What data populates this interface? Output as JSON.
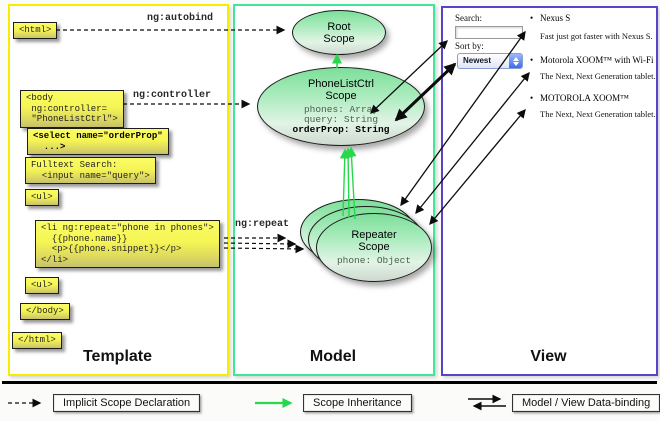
{
  "columns": [
    {
      "label": "Template"
    },
    {
      "label": "Model"
    },
    {
      "label": "View"
    }
  ],
  "template": {
    "html_open": "<html>",
    "body_open": "<body\n ng:controller=\n \"PhoneListCtrl\">",
    "select": "<select name=\"orderProp\"\n  ...>",
    "fulltext": "Fulltext Search:\n  <input name=\"query\">",
    "ul_open": "<ul>",
    "li_repeat": "<li ng:repeat=\"phone in phones\">\n  {{phone.name}}\n  <p>{{phone.snippet}}</p>\n</li>",
    "ul_close": "<ul>",
    "body_close": "</body>",
    "html_close": "</html>"
  },
  "annotations": {
    "autobind": "ng:autobind",
    "controller": "ng:controller",
    "repeat": "ng:repeat"
  },
  "model": {
    "root_scope_title": "Root\nScope",
    "phonelistctrl_title": "PhoneListCtrl\nScope",
    "phonelistctrl_props": [
      "phones: Array",
      "query: String"
    ],
    "phonelistctrl_bold_prop": "orderProp: String",
    "repeater_title": "Repeater\nScope",
    "repeater_prop": "phone: Object"
  },
  "view": {
    "search_label": "Search:",
    "search_value": "",
    "sort_label": "Sort by:",
    "sort_value": "Newest",
    "bullet": "•",
    "items": [
      {
        "title": "Nexus S",
        "desc": "Fast just got faster with Nexus S."
      },
      {
        "title": "Motorola XOOM™ with Wi-Fi",
        "desc": "The Next, Next Generation tablet."
      },
      {
        "title": "MOTOROLA XOOM™",
        "desc": "The Next, Next Generation tablet."
      }
    ]
  },
  "legend": {
    "implicit": "Implicit Scope Declaration",
    "inheritance": "Scope Inheritance",
    "databinding": "Model / View Data-binding"
  },
  "colors": {
    "template_border": "#f6ee00",
    "model_border": "#42e69a",
    "view_border": "#5a43c9",
    "scope_fill": "#7ddf9a",
    "code_box": "#f5f554",
    "inheritance_green": "#27d84c"
  }
}
